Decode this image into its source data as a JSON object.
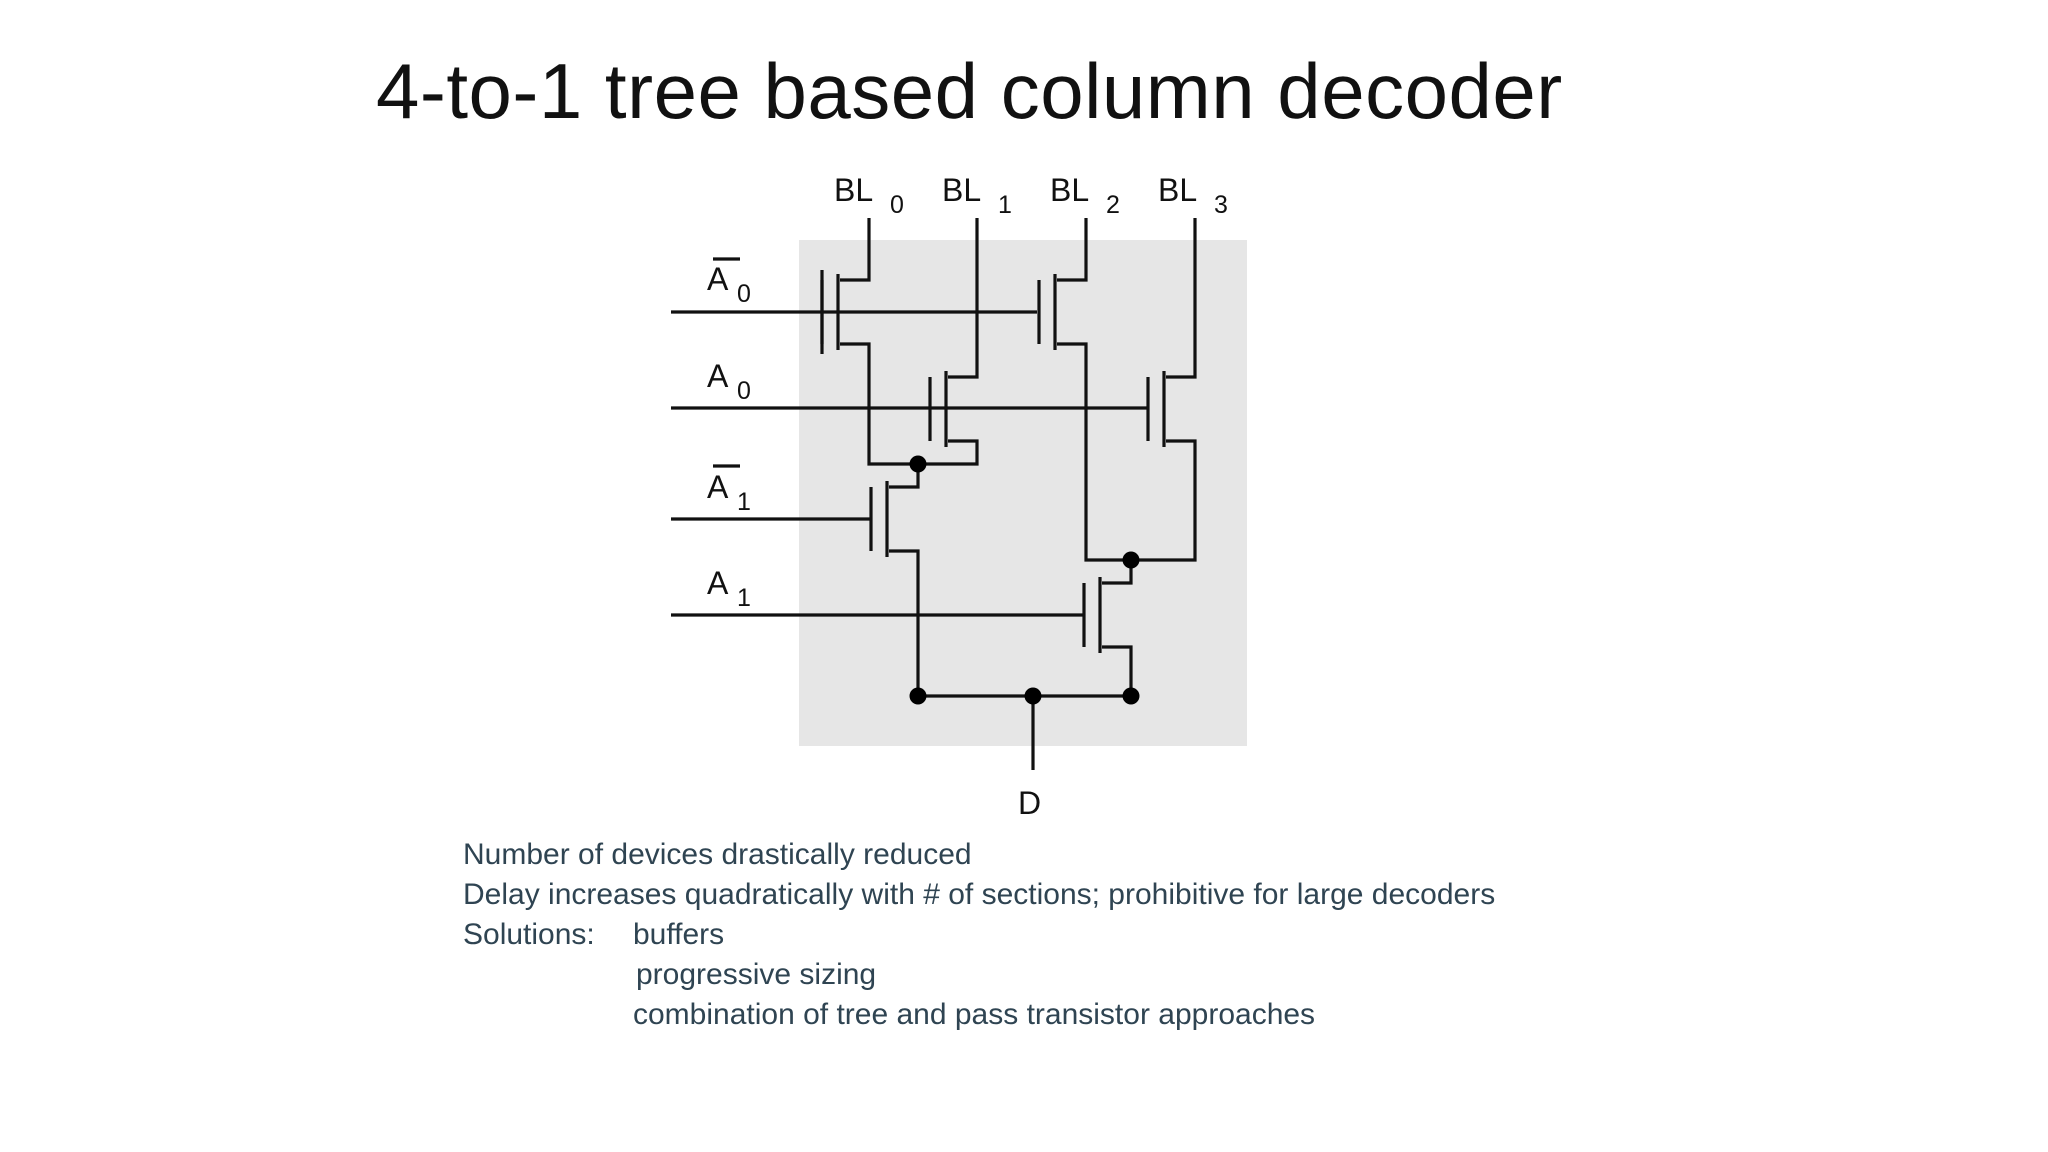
{
  "title": "4-to-1 tree based column decoder",
  "diagram": {
    "bitlines": [
      {
        "name": "BL",
        "index": "0"
      },
      {
        "name": "BL",
        "index": "1"
      },
      {
        "name": "BL",
        "index": "2"
      },
      {
        "name": "BL",
        "index": "3"
      }
    ],
    "address_lines": [
      {
        "name": "A",
        "index": "0",
        "complement": true
      },
      {
        "name": "A",
        "index": "0",
        "complement": false
      },
      {
        "name": "A",
        "index": "1",
        "complement": true
      },
      {
        "name": "A",
        "index": "1",
        "complement": false
      }
    ],
    "output": "D"
  },
  "notes": {
    "line1": "Number of devices drastically reduced",
    "line2": "Delay increases quadratically with # of sections; prohibitive for large decoders",
    "solutions_label": "Solutions:",
    "solutions": [
      "buffers",
      "progressive sizing",
      "combination of tree and pass transistor approaches"
    ]
  }
}
